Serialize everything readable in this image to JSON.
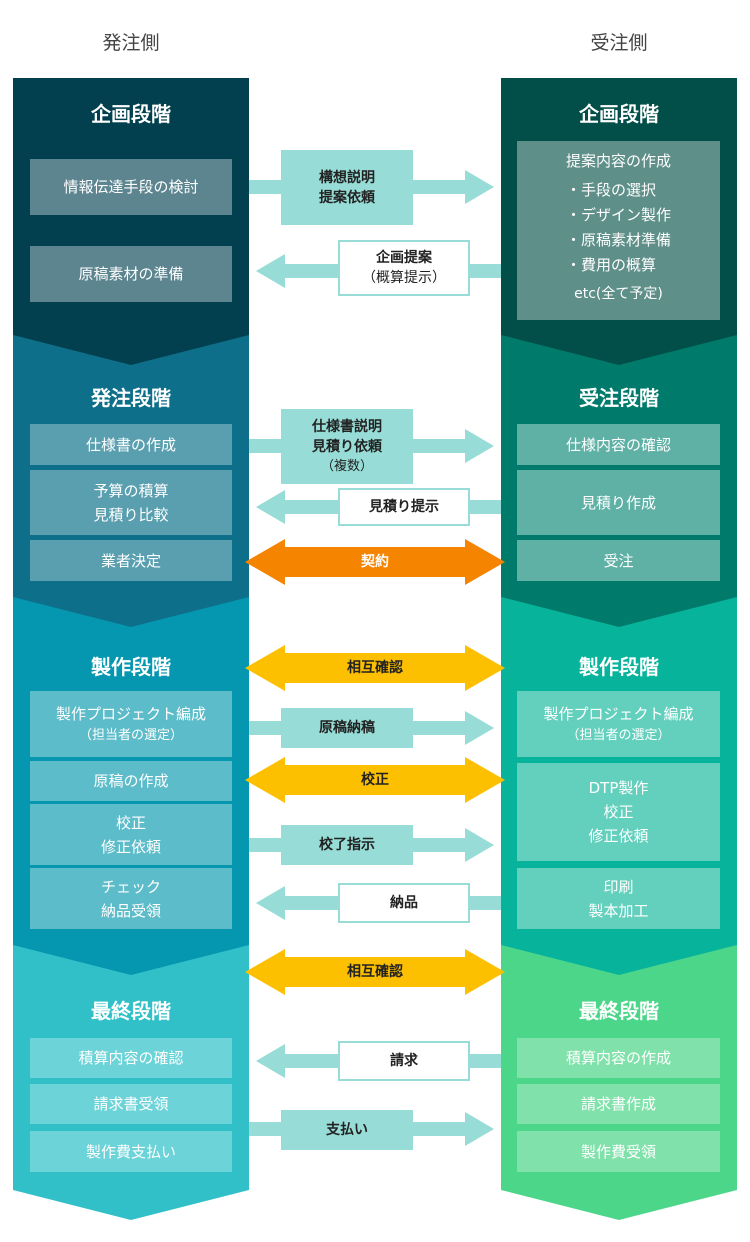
{
  "headers": {
    "client": "発注側",
    "vendor": "受注側"
  },
  "colors": {
    "arrow": "#97dcd6",
    "contract": "#f58400",
    "mutual": "#fcc000"
  },
  "client": {
    "s1": {
      "title": "企画段階",
      "items": [
        "情報伝達手段の検討",
        "原稿素材の準備"
      ]
    },
    "s2": {
      "title": "発注段階",
      "items": [
        "仕様書の作成",
        [
          "予算の積算",
          "見積り比較"
        ],
        "業者決定"
      ]
    },
    "s3": {
      "title": "製作段階",
      "items": [
        [
          "製作プロジェクト編成",
          "（担当者の選定）"
        ],
        "原稿の作成",
        [
          "校正",
          "修正依頼"
        ],
        [
          "チェック",
          "納品受領"
        ]
      ]
    },
    "s4": {
      "title": "最終段階",
      "items": [
        "積算内容の確認",
        "請求書受領",
        "製作費支払い"
      ]
    }
  },
  "vendor": {
    "s1": {
      "title": "企画段階",
      "box_title": "提案内容の作成",
      "bullets": [
        "・手段の選択",
        "・デザイン製作",
        "・原稿素材準備",
        "・費用の概算"
      ],
      "etc": "etc(全て予定)"
    },
    "s2": {
      "title": "受注段階",
      "items": [
        "仕様内容の確認",
        "見積り作成",
        "受注"
      ]
    },
    "s3": {
      "title": "製作段階",
      "items": [
        [
          "製作プロジェクト編成",
          "（担当者の選定）"
        ],
        [
          "DTP製作",
          "校正",
          "修正依頼"
        ],
        [
          "印刷",
          "製本加工"
        ]
      ]
    },
    "s4": {
      "title": "最終段階",
      "items": [
        "積算内容の作成",
        "請求書作成",
        "製作費受領"
      ]
    }
  },
  "flows": {
    "f1": [
      "構想説明",
      "提案依頼"
    ],
    "f2": [
      "企画提案",
      "（概算提示）"
    ],
    "f3": [
      "仕様書説明",
      "見積り依頼",
      "（複数）"
    ],
    "f4": "見積り提示",
    "f5": "契約",
    "f6": "相互確認",
    "f7": "原稿納稿",
    "f8": "校正",
    "f9": "校了指示",
    "f10": "納品",
    "f11": "相互確認",
    "f12": "請求",
    "f13": "支払い"
  }
}
